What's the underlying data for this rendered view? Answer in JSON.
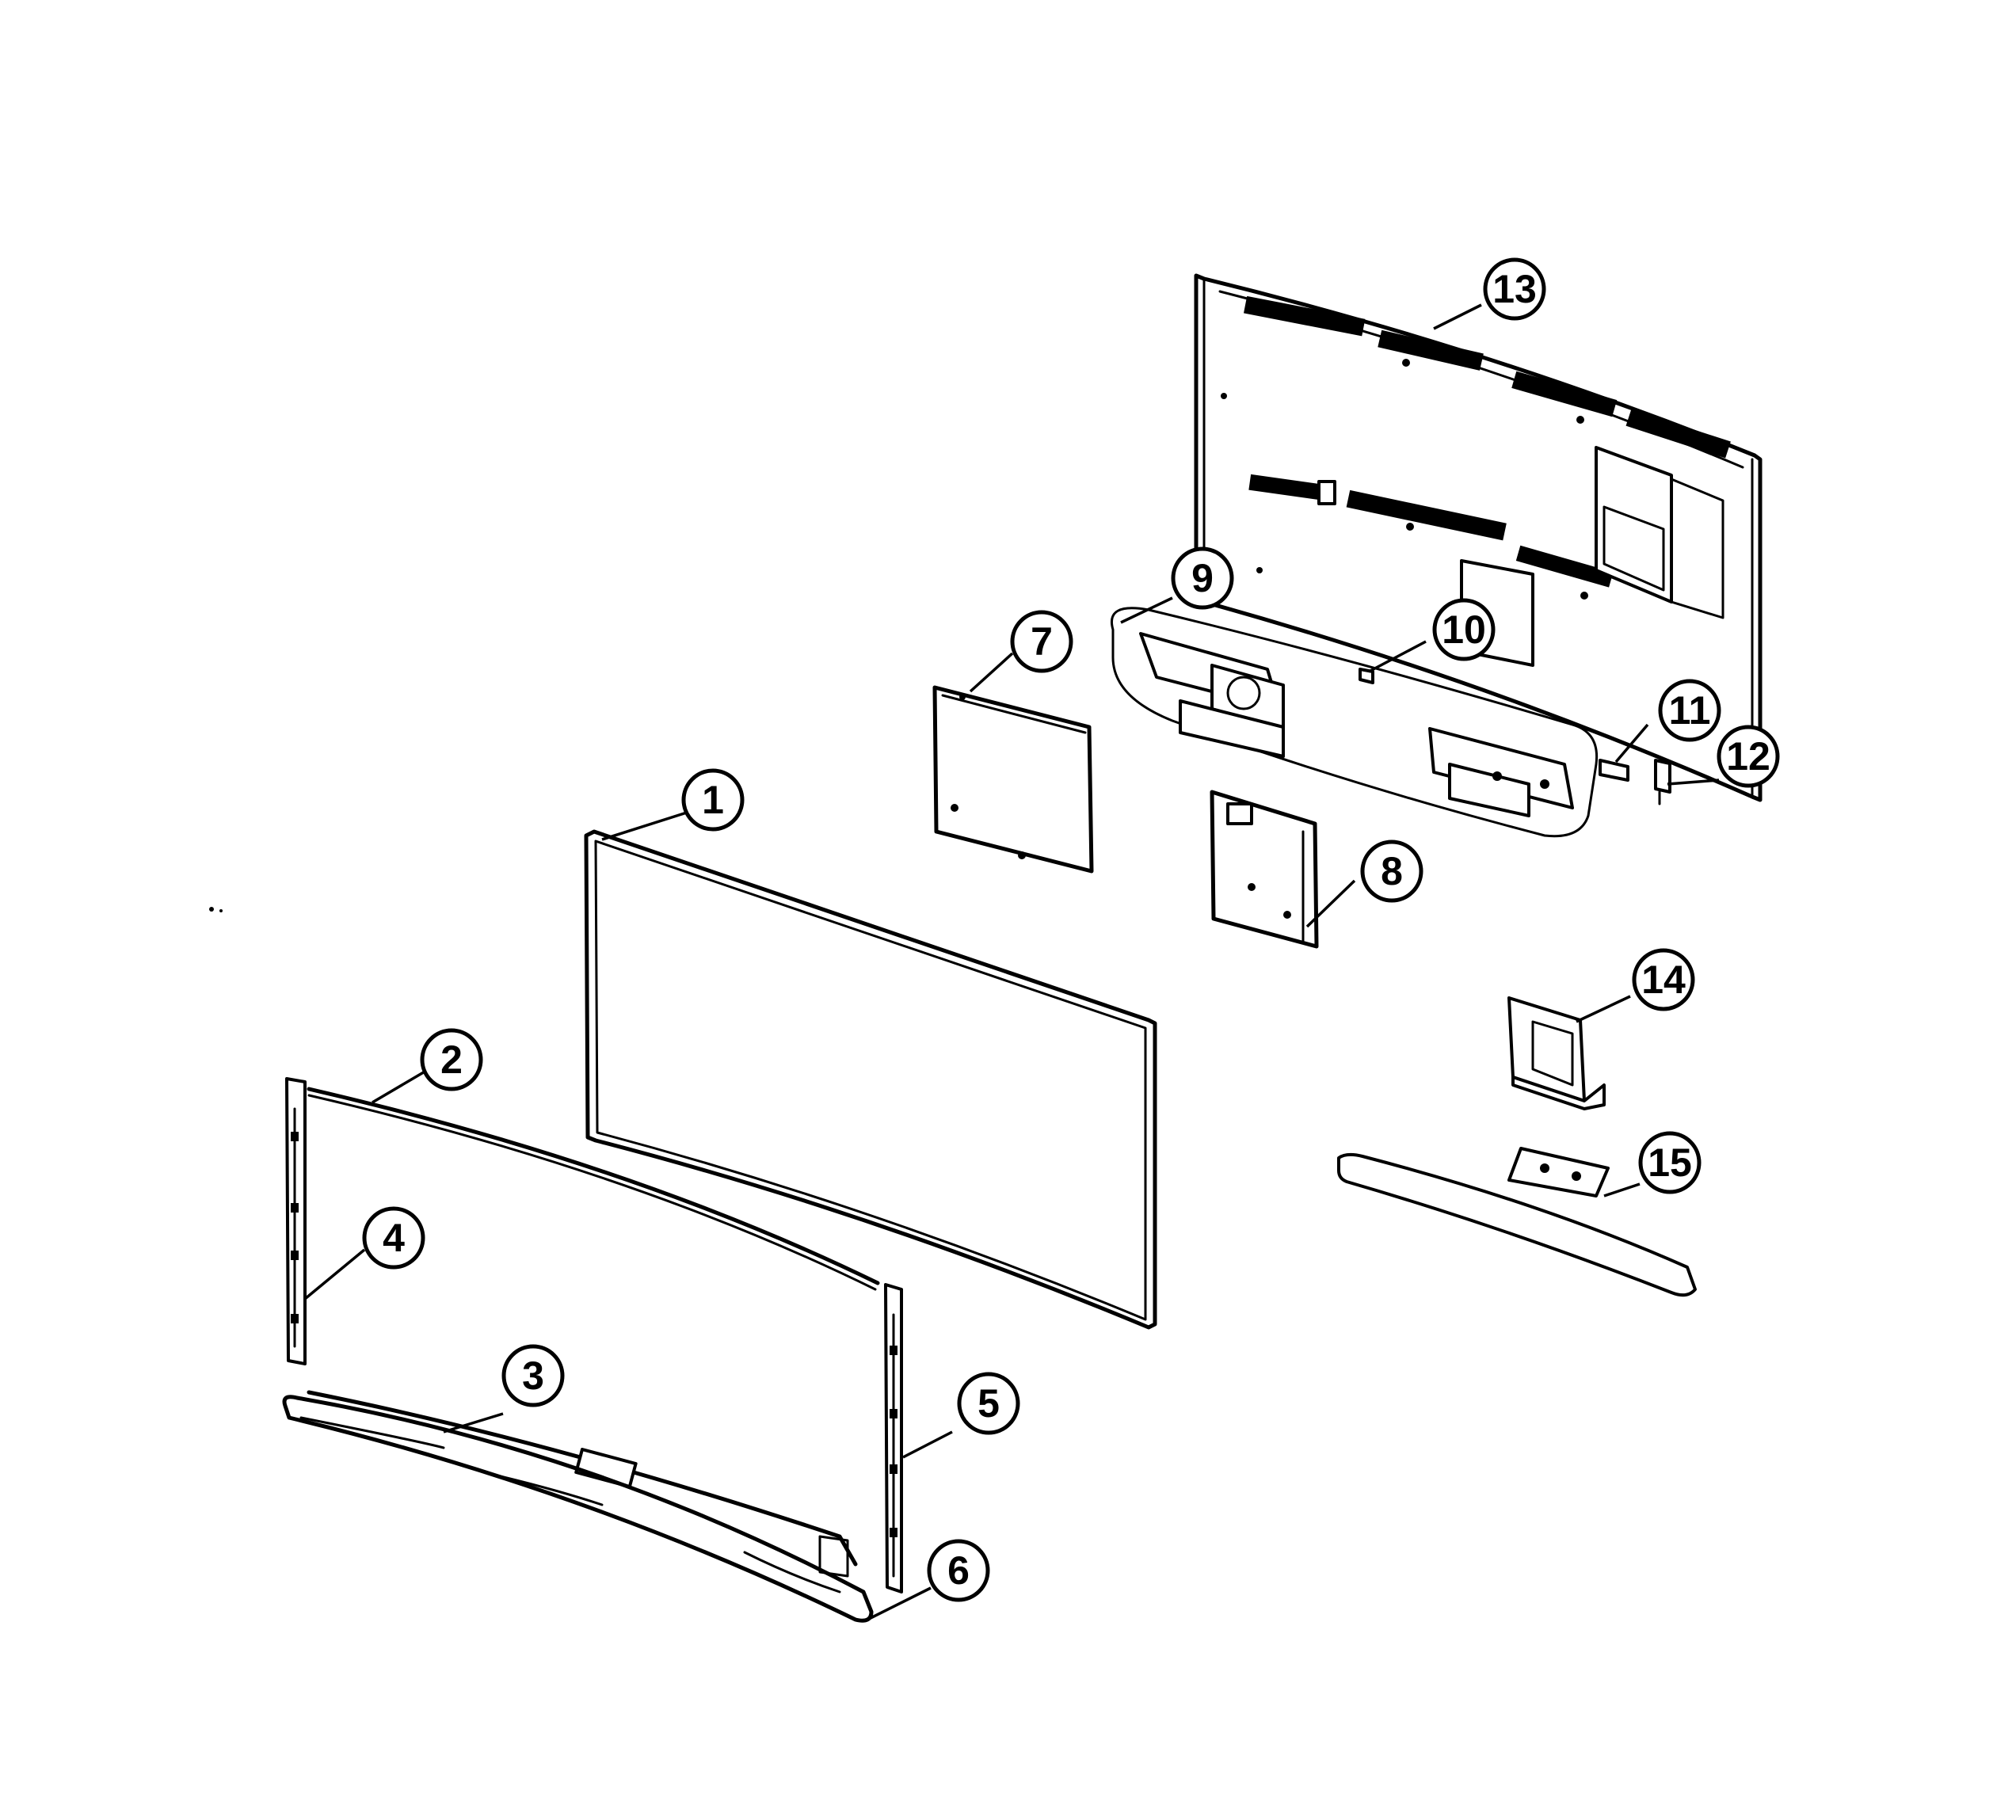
{
  "diagram": {
    "callouts": [
      {
        "label": "1"
      },
      {
        "label": "2"
      },
      {
        "label": "3"
      },
      {
        "label": "4"
      },
      {
        "label": "5"
      },
      {
        "label": "6"
      },
      {
        "label": "7"
      },
      {
        "label": "8"
      },
      {
        "label": "9"
      },
      {
        "label": "10"
      },
      {
        "label": "11"
      },
      {
        "label": "12"
      },
      {
        "label": "13"
      },
      {
        "label": "14"
      },
      {
        "label": "15"
      }
    ]
  }
}
